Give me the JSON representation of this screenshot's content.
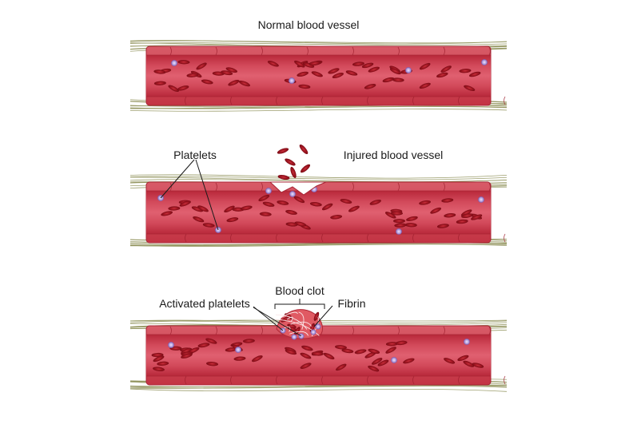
{
  "labels": {
    "normal": "Normal blood vessel",
    "injured": "Injured blood vessel",
    "platelets": "Platelets",
    "blood_clot": "Blood clot",
    "activated_platelets": "Activated platelets",
    "fibrin": "Fibrin"
  },
  "colors": {
    "vessel_wall": "#cf3b4a",
    "vessel_lumen": "#c22a3a",
    "red_cell": "#a3141f",
    "platelet": "#b9a3dd",
    "fibers": "#8c8e55",
    "clot": "#e05a63"
  }
}
